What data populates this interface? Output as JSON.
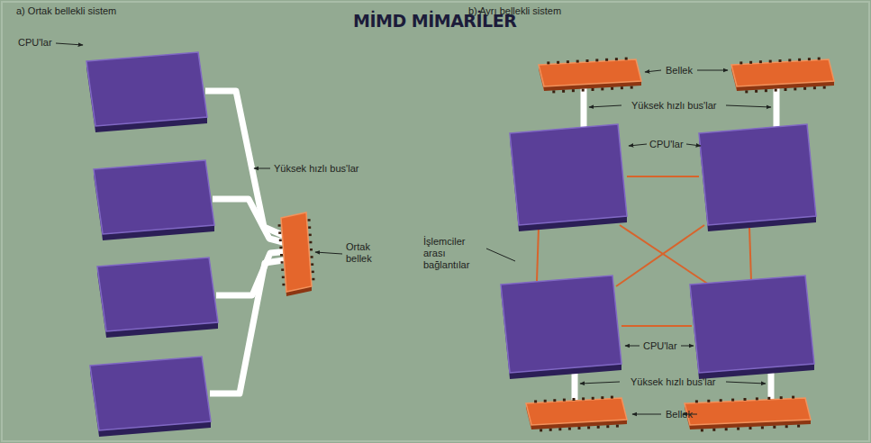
{
  "diagram": {
    "title": "MİMD MİMARİLER",
    "labels": [
      "a) Ortak bellekli sistem",
      "CPU'lar",
      "Yüksek hızlı bus'lar",
      "Ortak bellek",
      "b) Ayrı bellekli sistem",
      "Bellek",
      "Yüksek hızlı bus'lar",
      "CPU'lar",
      "İşlemciler arası bağlantılar",
      "CPU'lar",
      "Yüksek hızlı bus'lar",
      "Bellek"
    ]
  }
}
